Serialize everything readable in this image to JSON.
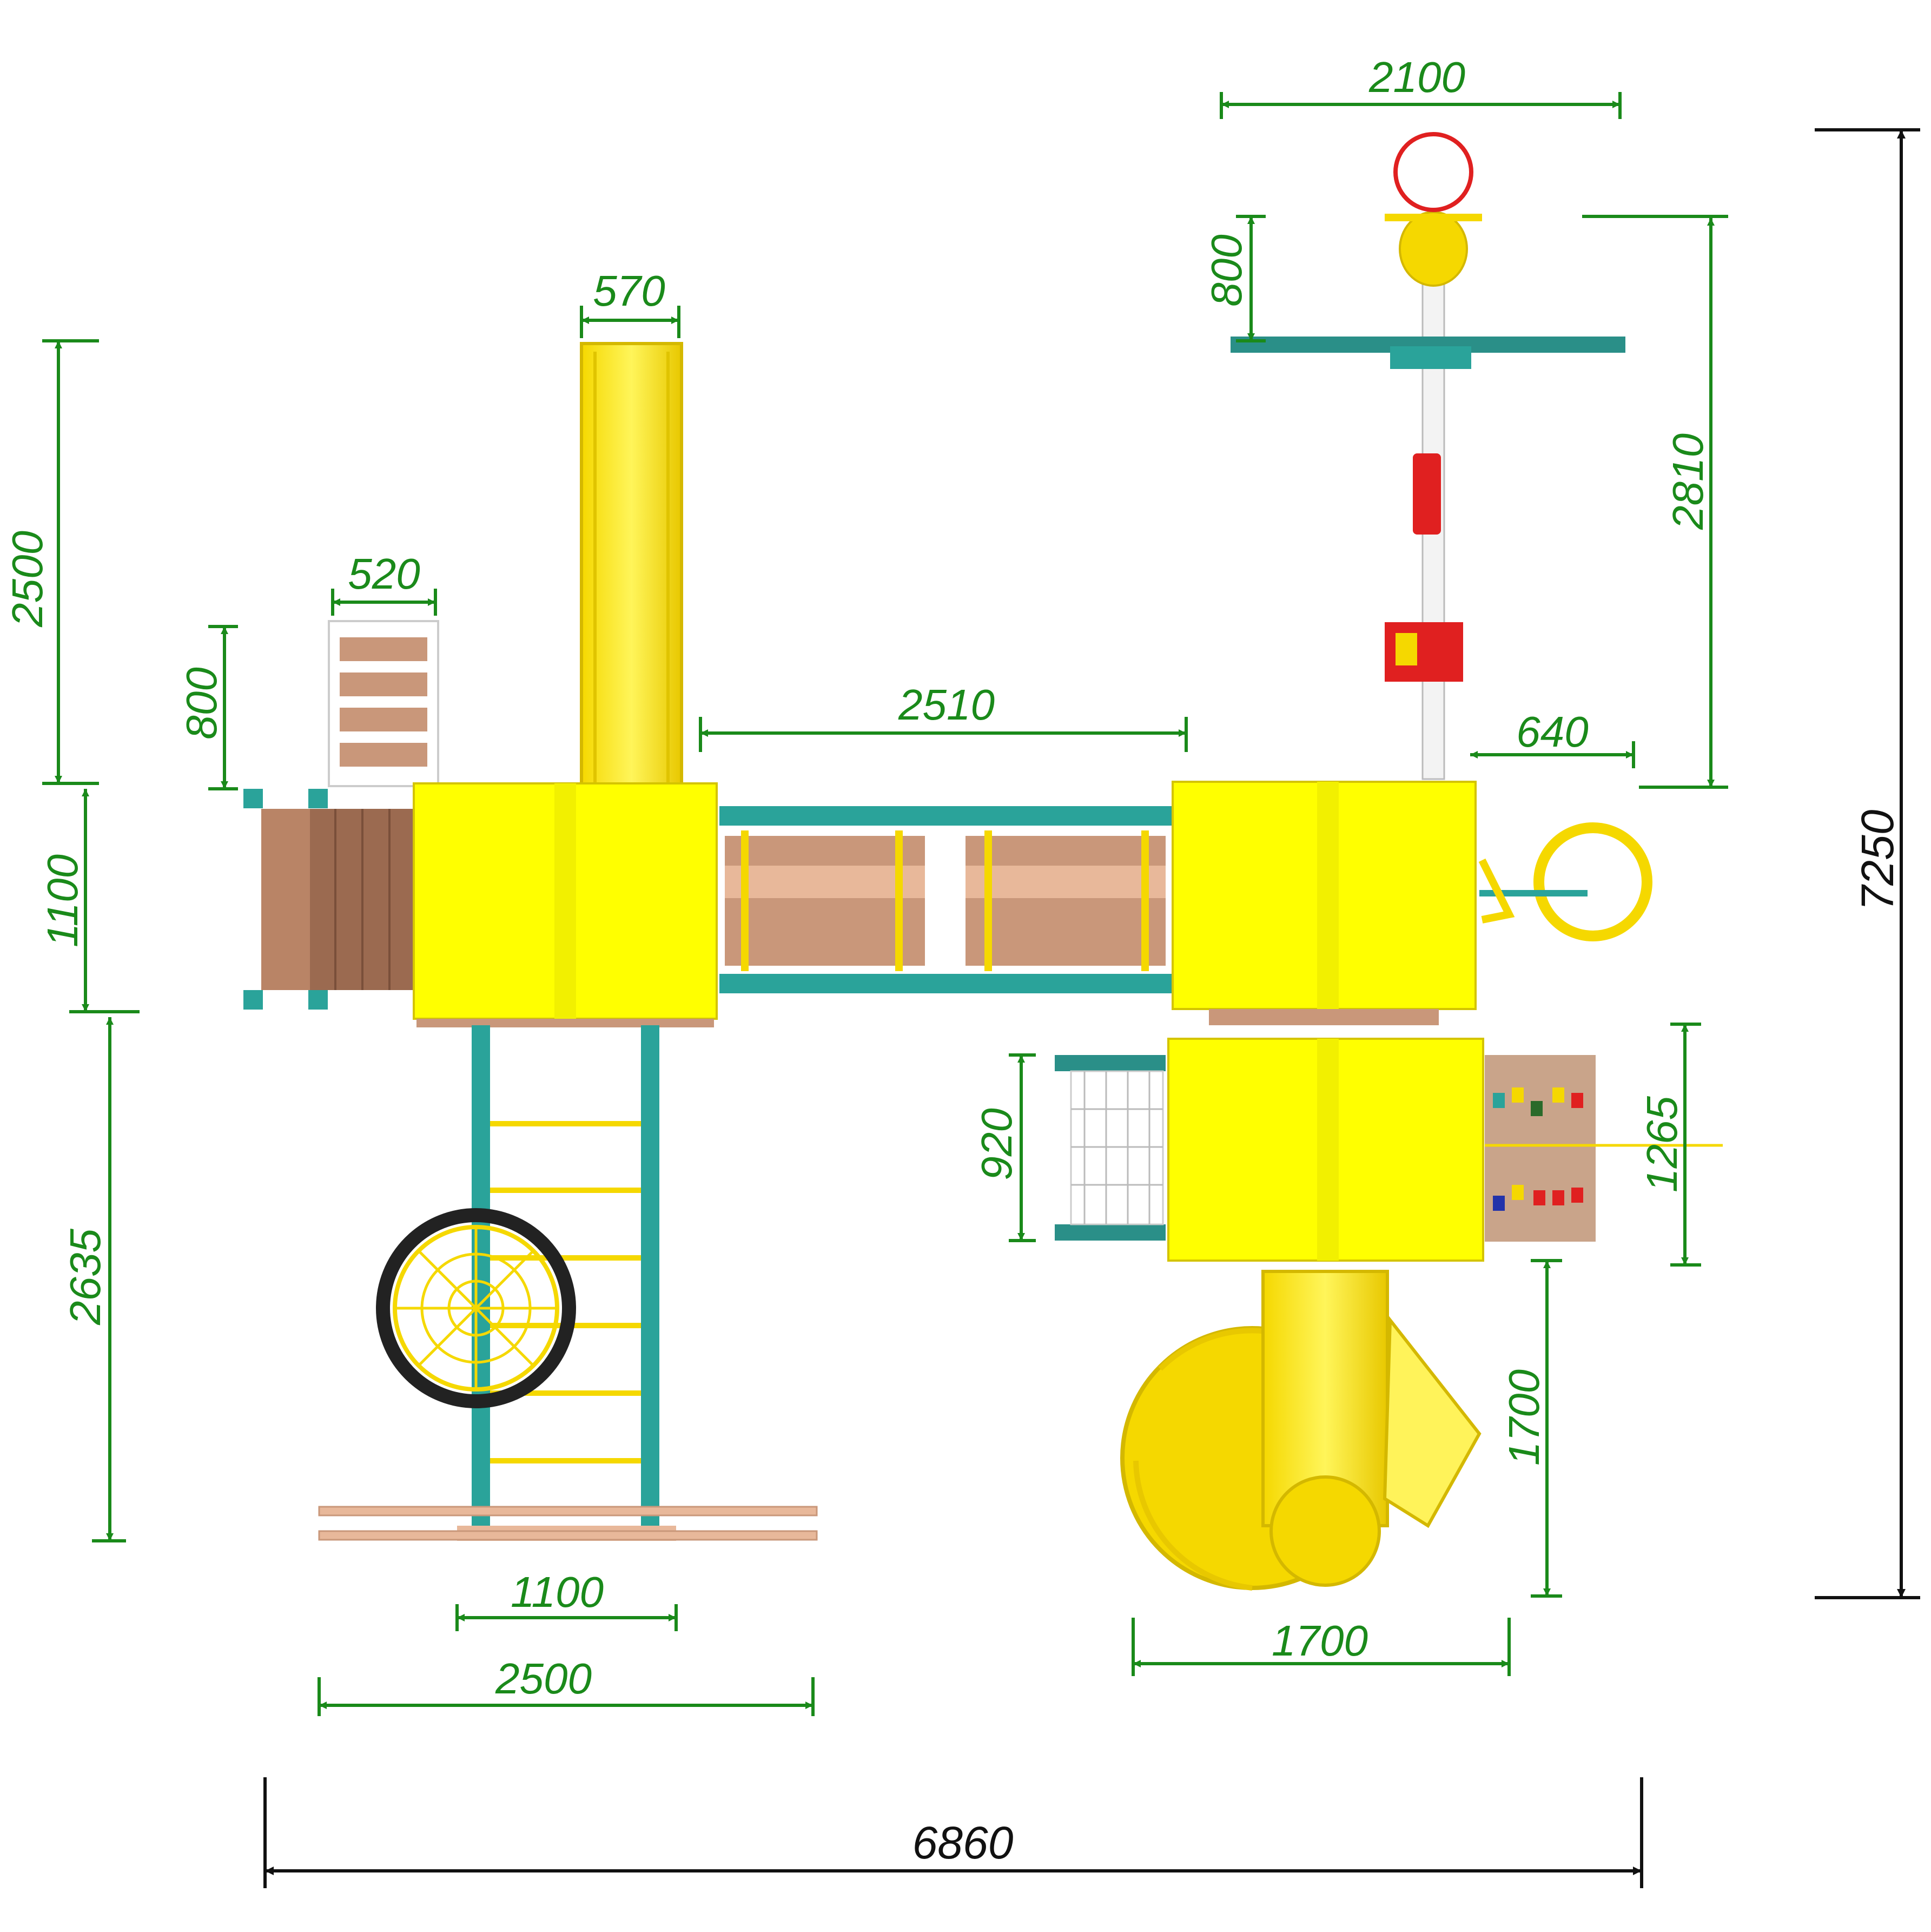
{
  "colors": {
    "dimension_green": "#1a8a1a",
    "overall_black": "#111111",
    "roof_yellow": "#ffff00",
    "slide_yellow": "#ffe000",
    "frame_teal": "#2aa39a",
    "deck_wood": "#b07a5a",
    "accent_red": "#e02020",
    "net_black": "#222222"
  },
  "dimensions": {
    "slide_width": "570",
    "stair_width": "520",
    "stair_height": "800",
    "left_upper": "2500",
    "left_mid": "1100",
    "left_lower": "2635",
    "bridge_length": "2510",
    "ladder_width": "1100",
    "bottom_left": "2500",
    "overall_width": "6860",
    "overall_depth": "7250",
    "hoop_width": "2100",
    "hoop_offset": "800",
    "right_upper": "2810",
    "right_small": "640",
    "net_width": "920",
    "climb_wall": "1265",
    "spiral_depth": "1700",
    "spiral_width": "1700"
  }
}
